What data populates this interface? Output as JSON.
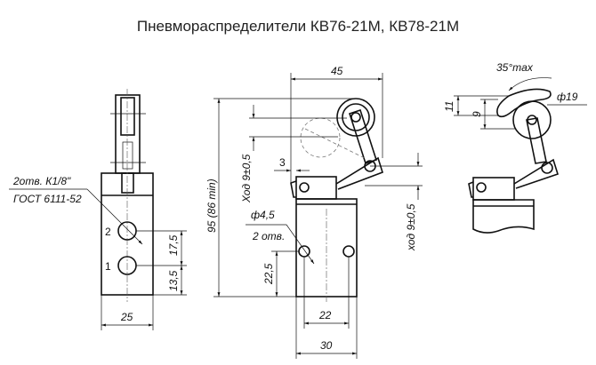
{
  "title": "Пневмораспределители КВ76-21М, КВ78-21М",
  "left_view": {
    "port_note_line1": "2отв. К1/8\"",
    "port_note_line2": "ГОСТ 6111-52",
    "port_2": "2",
    "port_1": "1",
    "dim_17_5": "17,5",
    "dim_13_5": "13,5",
    "dim_25": "25"
  },
  "front_view": {
    "dim_45": "45",
    "dim_95": "95 (86 min)",
    "stroke_left": "Ход 9±0,5",
    "dim_3": "3",
    "hole_dia": "ф4,5",
    "hole_count": "2 отв.",
    "dim_22_5": "22,5",
    "dim_22": "22",
    "dim_30": "30",
    "stroke_right": "ход 9±0,5"
  },
  "side_view": {
    "angle": "35°max",
    "roller_dia": "ф19",
    "dim_11": "11",
    "dim_9": "9"
  }
}
